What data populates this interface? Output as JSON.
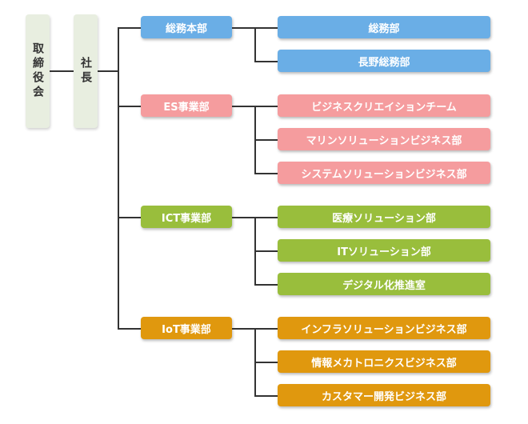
{
  "colors": {
    "blue": "#6aaee6",
    "pink": "#f59c9e",
    "green": "#99be3c",
    "orange": "#e0980e",
    "line": "#333333",
    "side_box": "#e8eee0"
  },
  "board": {
    "label": "取締役会"
  },
  "president": {
    "label": "社長"
  },
  "divisions": [
    {
      "name": "総務本部",
      "color": "blue",
      "units": [
        "総務部",
        "長野総務部"
      ]
    },
    {
      "name": "ES事業部",
      "color": "pink",
      "units": [
        "ビジネスクリエイションチーム",
        "マリンソリューションビジネス部",
        "システムソリューションビジネス部"
      ]
    },
    {
      "name": "ICT事業部",
      "color": "green",
      "units": [
        "医療ソリューション部",
        "ITソリューション部",
        "デジタル化推進室"
      ]
    },
    {
      "name": "IoT事業部",
      "color": "orange",
      "units": [
        "インフラソリューションビジネス部",
        "情報メカトロニクスビジネス部",
        "カスタマー開発ビジネス部"
      ]
    }
  ]
}
